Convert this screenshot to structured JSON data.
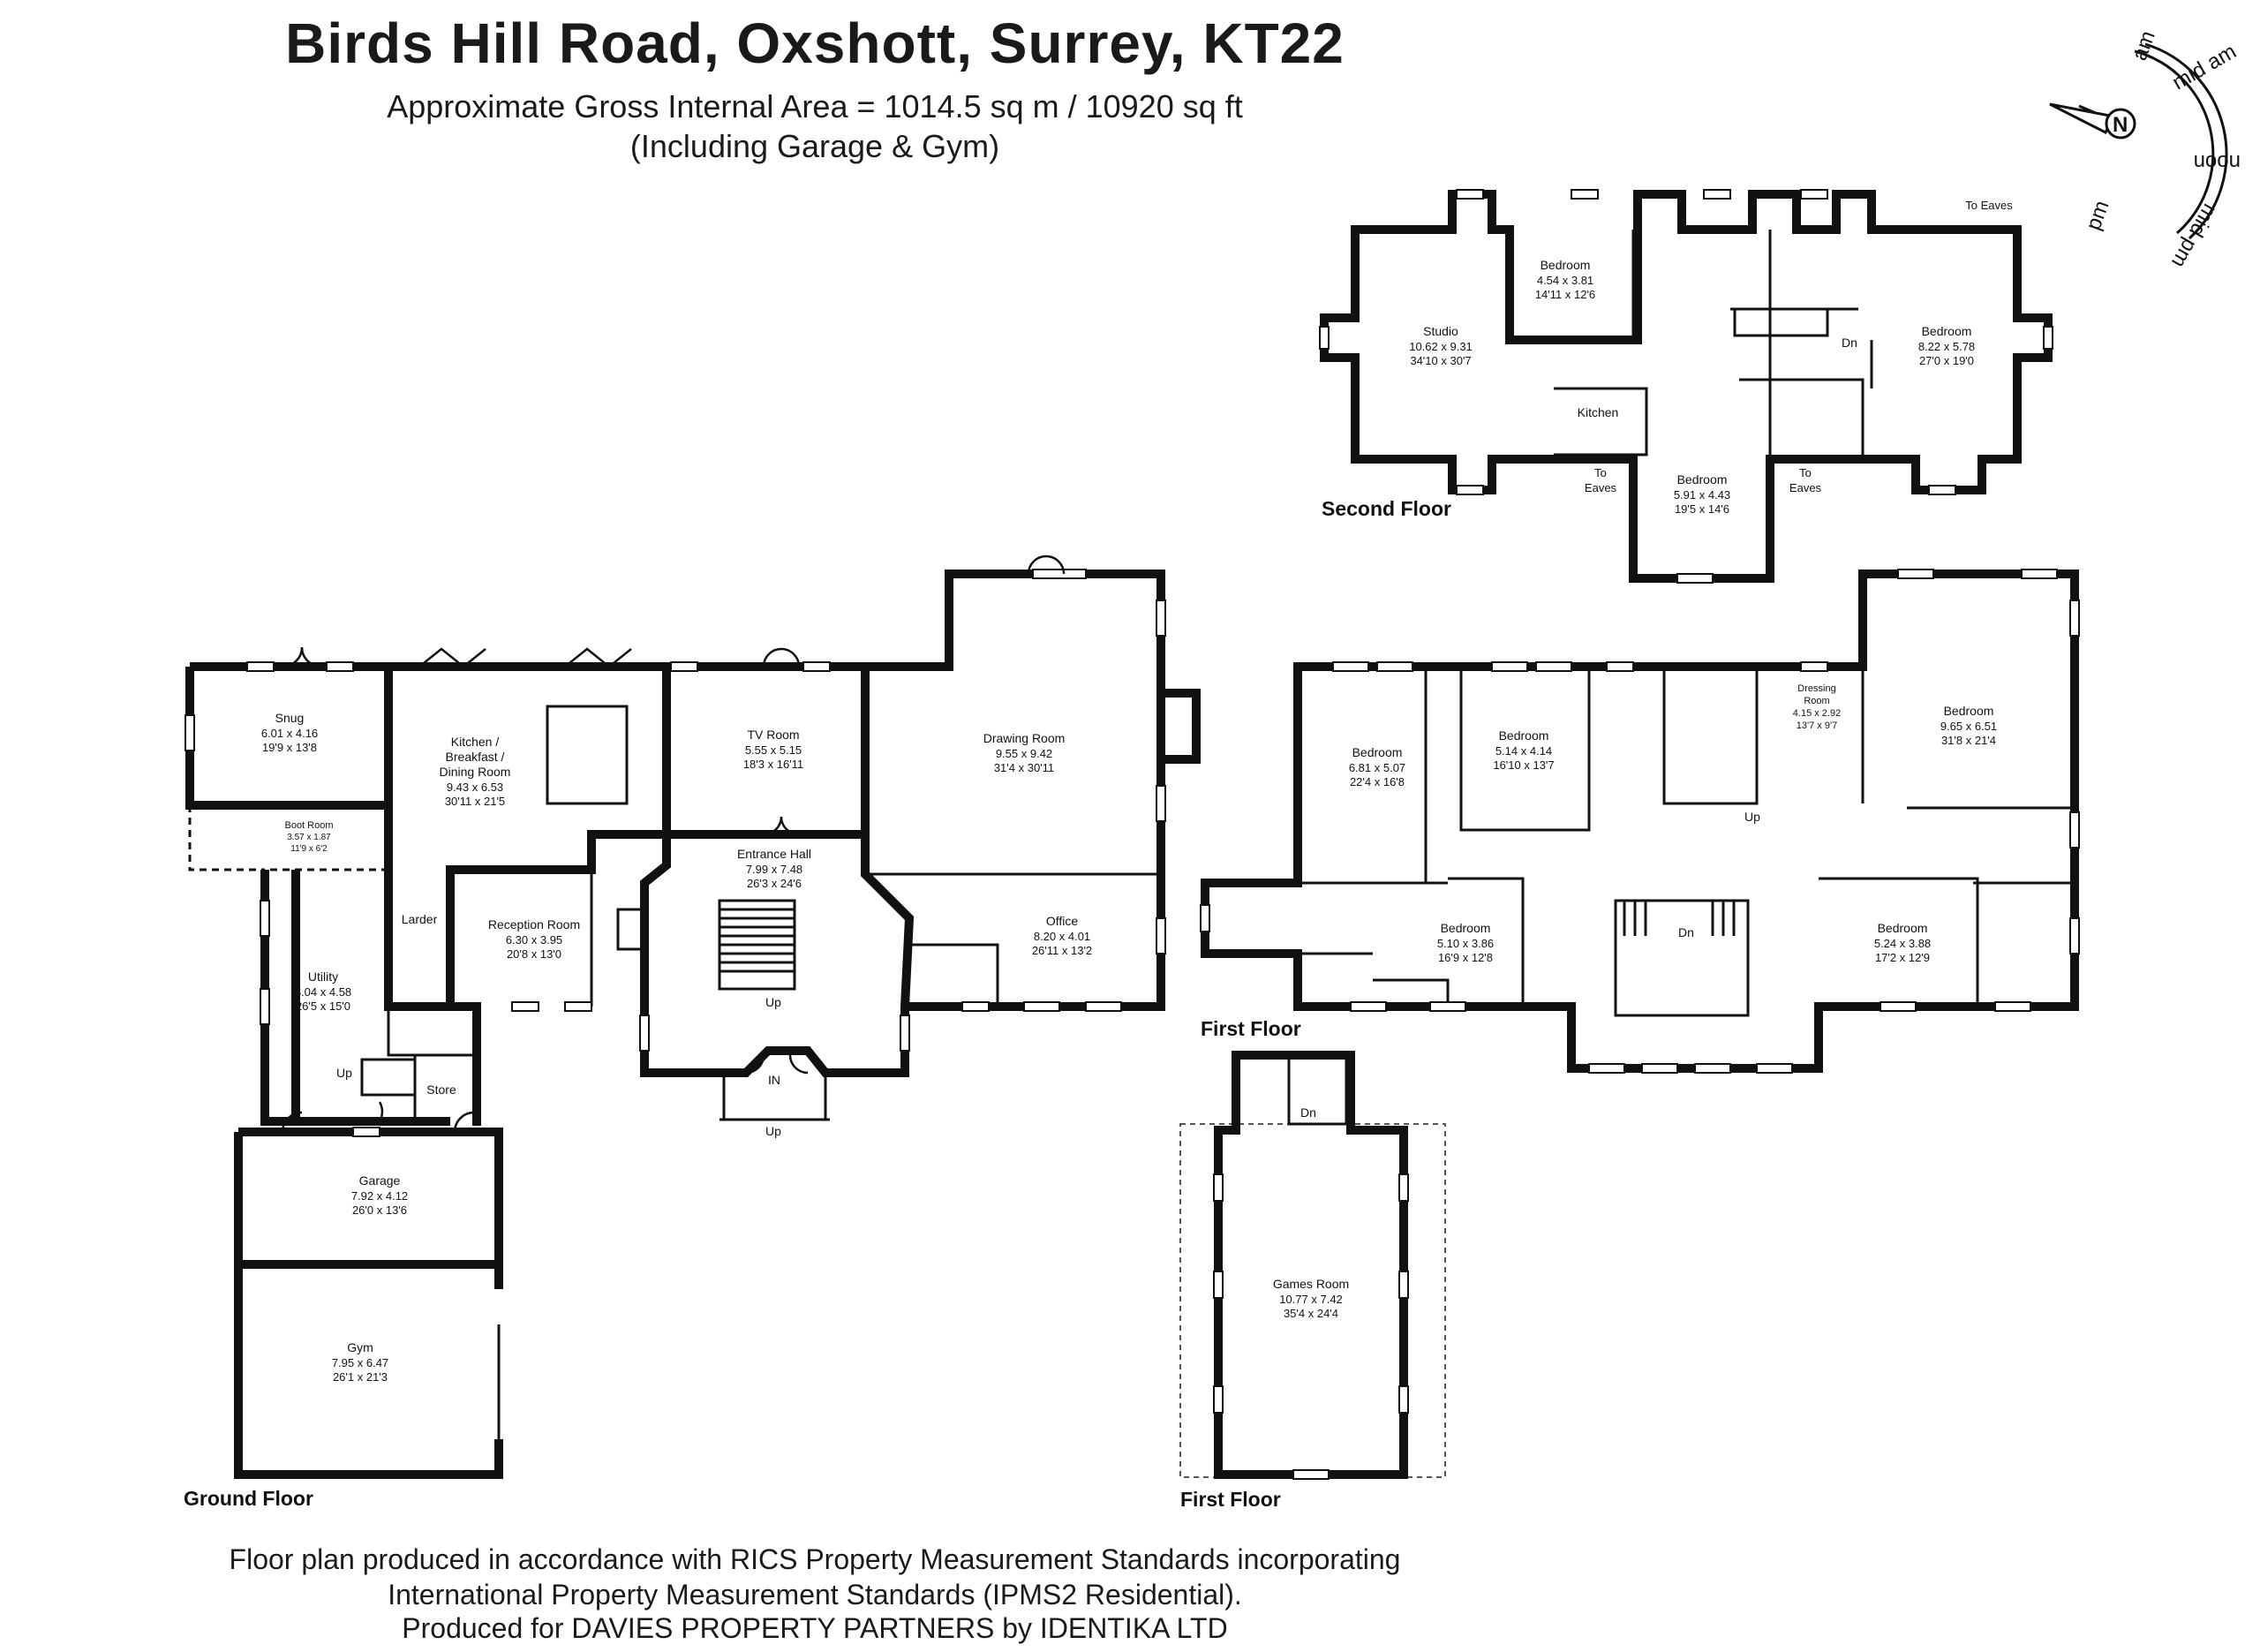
{
  "title": "Birds Hill Road, Oxshott, Surrey, KT22",
  "area": "Approximate Gross Internal Area = 1014.5 sq m / 10920 sq ft",
  "area_note": "(Including Garage & Gym)",
  "compass": {
    "north": "N",
    "am": "am",
    "mid_am": "mid am",
    "noon": "noon",
    "mid_pm": "mid pm",
    "pm": "pm"
  },
  "floors": {
    "ground": "Ground Floor",
    "first": "First Floor",
    "first_annex": "First Floor",
    "second": "Second Floor"
  },
  "rooms": {
    "snug": {
      "name": "Snug",
      "metric": "6.01 x 4.16",
      "imperial": "19'9 x 13'8"
    },
    "kitchen": {
      "name1": "Kitchen /",
      "name2": "Breakfast /",
      "name3": "Dining Room",
      "metric": "9.43 x 6.53",
      "imperial": "30'11 x 21'5"
    },
    "tv": {
      "name": "TV Room",
      "metric": "5.55 x 5.15",
      "imperial": "18'3 x 16'11"
    },
    "drawing": {
      "name": "Drawing Room",
      "metric": "9.55 x 9.42",
      "imperial": "31'4 x 30'11"
    },
    "boot": {
      "name": "Boot Room",
      "metric": "3.57 x 1.87",
      "imperial": "11'9 x 6'2"
    },
    "entrance": {
      "name": "Entrance Hall",
      "metric": "7.99 x 7.48",
      "imperial": "26'3 x 24'6"
    },
    "larder": {
      "name": "Larder"
    },
    "reception": {
      "name": "Reception Room",
      "metric": "6.30 x 3.95",
      "imperial": "20'8 x 13'0"
    },
    "office": {
      "name": "Office",
      "metric": "8.20 x 4.01",
      "imperial": "26'11 x 13'2"
    },
    "utility": {
      "name": "Utility",
      "metric": "8.04 x 4.58",
      "imperial": "26'5 x 15'0"
    },
    "store": {
      "name": "Store"
    },
    "garage": {
      "name": "Garage",
      "metric": "7.92 x 4.12",
      "imperial": "26'0 x 13'6"
    },
    "gym": {
      "name": "Gym",
      "metric": "7.95 x 6.47",
      "imperial": "26'1 x 21'3"
    },
    "studio": {
      "name": "Studio",
      "metric": "10.62 x 9.31",
      "imperial": "34'10 x 30'7"
    },
    "sf_bed1": {
      "name": "Bedroom",
      "metric": "4.54 x 3.81",
      "imperial": "14'11 x 12'6"
    },
    "sf_bed2": {
      "name": "Bedroom",
      "metric": "8.22 x 5.78",
      "imperial": "27'0 x 19'0"
    },
    "sf_bed3": {
      "name": "Bedroom",
      "metric": "5.91 x 4.43",
      "imperial": "19'5 x 14'6"
    },
    "sf_kitchen": {
      "name": "Kitchen"
    },
    "ff_bed1": {
      "name": "Bedroom",
      "metric": "6.81 x 5.07",
      "imperial": "22'4 x 16'8"
    },
    "ff_bed2": {
      "name": "Bedroom",
      "metric": "5.14 x 4.14",
      "imperial": "16'10 x 13'7"
    },
    "dressing": {
      "name1": "Dressing",
      "name2": "Room",
      "metric": "4.15 x 2.92",
      "imperial": "13'7 x 9'7"
    },
    "ff_bed3": {
      "name": "Bedroom",
      "metric": "9.65 x 6.51",
      "imperial": "31'8 x 21'4"
    },
    "ff_bed4": {
      "name": "Bedroom",
      "metric": "5.10 x 3.86",
      "imperial": "16'9 x 12'8"
    },
    "ff_bed5": {
      "name": "Bedroom",
      "metric": "5.24 x 3.88",
      "imperial": "17'2 x 12'9"
    },
    "games": {
      "name": "Games Room",
      "metric": "10.77 x 7.42",
      "imperial": "35'4 x 24'4"
    }
  },
  "marks": {
    "up": "Up",
    "dn": "Dn",
    "in": "IN",
    "to": "To",
    "eaves": "Eaves",
    "to_eaves": "To Eaves"
  },
  "footer": {
    "line1": "Floor plan produced in accordance with RICS Property Measurement Standards incorporating",
    "line2": "International Property Measurement Standards (IPMS2 Residential).",
    "line3": "Produced for DAVIES PROPERTY PARTNERS by IDENTIKA LTD"
  }
}
